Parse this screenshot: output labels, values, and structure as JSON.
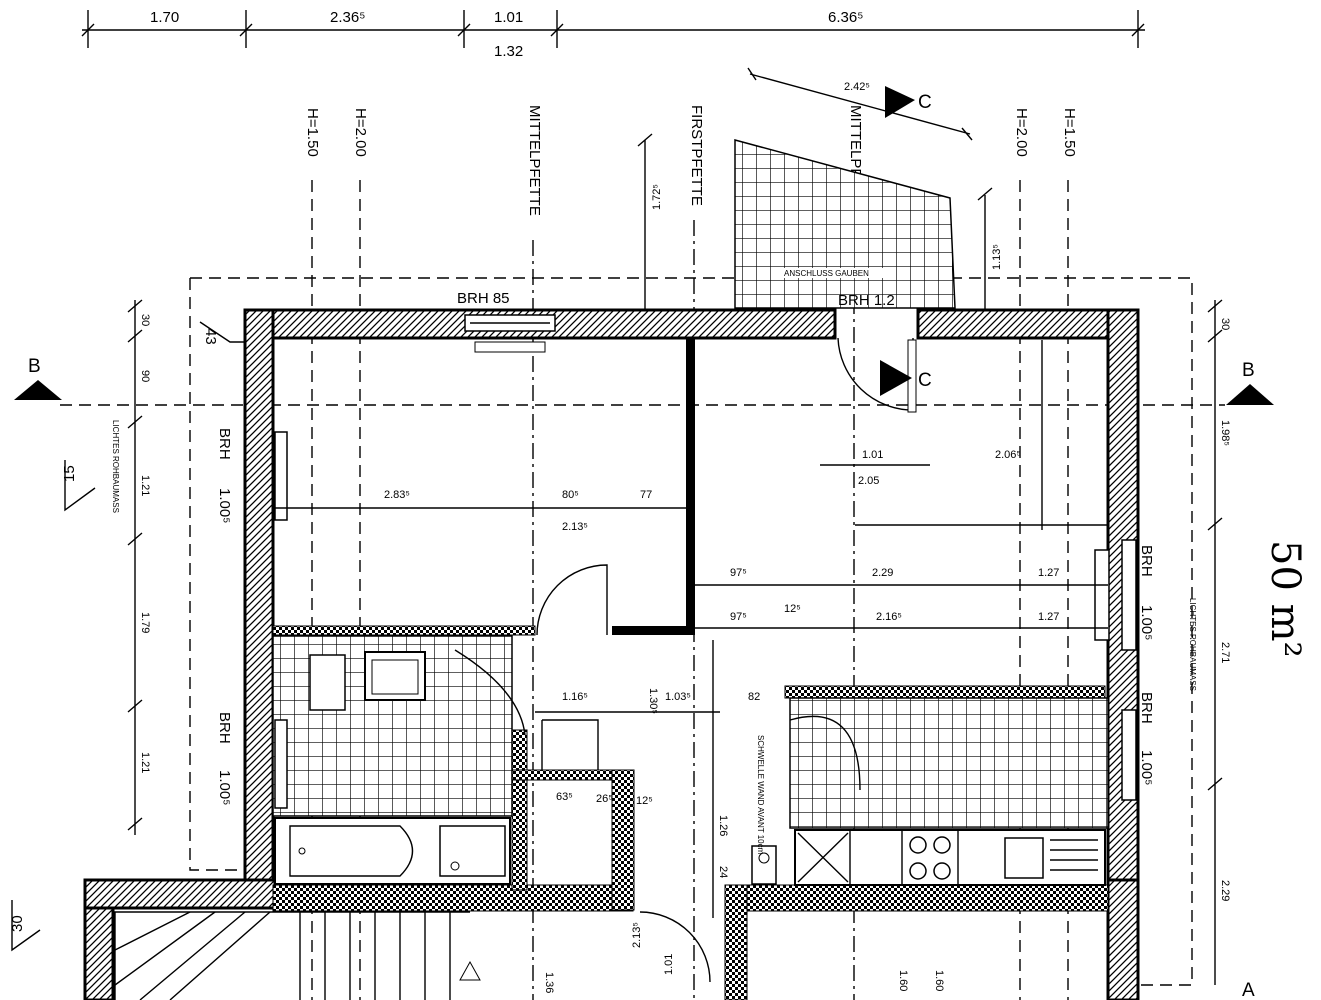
{
  "dimensions_top": {
    "seg1": "1.70",
    "seg2": "2.36⁵",
    "seg3": "1.01",
    "seg3_sub": "1.32",
    "seg4": "6.36⁵"
  },
  "roof_lines": {
    "h150_left": "H=1.50",
    "h200_left": "H=2.00",
    "mittelpfette": "MITTELPFETTE",
    "firstpfette": "FIRSTPFETTE",
    "mittelpfette_right": "MITTELPFETTE",
    "h200_right": "H=2.00",
    "h150_right": "H=1.50"
  },
  "section_marks": {
    "b_left": "B",
    "b_right": "B",
    "c_top": "C",
    "c_mid": "C",
    "a_bottom": "A"
  },
  "windows": {
    "brh_top": "BRH 85",
    "brh_top_right": "BRH 1.2",
    "brh_left": "BRH",
    "brh_left_val": "1.00⁵",
    "brh_left2": "BRH",
    "brh_left2_val": "1.00⁵",
    "brh_right": "BRH",
    "brh_right_val": "1.00⁵",
    "brh_right2": "BRH",
    "brh_right2_val": "1.00⁵"
  },
  "dims_inner": {
    "d283": "2.83⁵",
    "d80": "80⁵",
    "d77": "77",
    "d213": "2.13⁵",
    "d101": "1.01",
    "d205": "2.05",
    "d206": "2.06⁵",
    "d97a": "97⁵",
    "d229": "2.29",
    "d127a": "1.27",
    "d97b": "97⁵",
    "d12": "12⁵",
    "d216": "2.16⁵",
    "d127b": "1.27",
    "d116": "1.16⁵",
    "d103": "1.03⁵",
    "d130": "1.30⁵",
    "d82": "82",
    "d126": "1.26",
    "d24": "24",
    "d63": "63⁵",
    "d26": "26⁵",
    "d12b": "12⁵",
    "d172": "1.72⁵",
    "d113": "1.13⁵",
    "d242": "2.42⁵",
    "d213b": "2.13⁵",
    "d101b": "1.01",
    "d160a": "1.60",
    "d160b": "1.60",
    "d136": "1.36"
  },
  "dims_left": {
    "d30": "30",
    "d90": "90",
    "d121a": "1.21",
    "d179": "1.79",
    "d121b": "1.21",
    "note": "LICHTES ROHBAUMASS"
  },
  "dims_right": {
    "d30": "30",
    "d198": "1.98⁵",
    "d271": "2.71",
    "d229": "2.29",
    "note": "LICHTES ROHBAUMASS"
  },
  "slopes": {
    "s43": "43",
    "s15": "15",
    "s30": "30"
  },
  "area_note": "50 m²",
  "bath_note": "SCHWELLE WAND AVANT 10cm",
  "dormer_note": "ANSCHLUSS GAUBEN"
}
